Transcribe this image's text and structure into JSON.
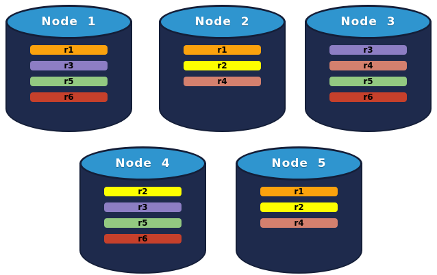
{
  "diagram": {
    "background": "#FFFFFF",
    "cylinder": {
      "body_color": "#1E2A4C",
      "outline_color": "#141E38",
      "top_color": "#2F95CF",
      "title_text_color": "#FFFFFF",
      "row_text_color": "#000000"
    },
    "row_colors": {
      "r1": "#FBA20D",
      "r2": "#FDFF00",
      "r3": "#8D7EC4",
      "r4": "#D4806E",
      "r5": "#93C981",
      "r6": "#C6402B"
    },
    "nodes": [
      {
        "label": "Node  1",
        "rows": [
          {
            "id": "r1",
            "color": "#FBA20D"
          },
          {
            "id": "r3",
            "color": "#8D7EC4"
          },
          {
            "id": "r5",
            "color": "#93C981"
          },
          {
            "id": "r6",
            "color": "#C6402B"
          }
        ]
      },
      {
        "label": "Node  2",
        "rows": [
          {
            "id": "r1",
            "color": "#FBA20D"
          },
          {
            "id": "r2",
            "color": "#FDFF00"
          },
          {
            "id": "r4",
            "color": "#D4806E"
          }
        ]
      },
      {
        "label": "Node  3",
        "rows": [
          {
            "id": "r3",
            "color": "#8D7EC4"
          },
          {
            "id": "r4",
            "color": "#D4806E"
          },
          {
            "id": "r5",
            "color": "#93C981"
          },
          {
            "id": "r6",
            "color": "#C6402B"
          }
        ]
      },
      {
        "label": "Node  4",
        "rows": [
          {
            "id": "r2",
            "color": "#FDFF00"
          },
          {
            "id": "r3",
            "color": "#8D7EC4"
          },
          {
            "id": "r5",
            "color": "#93C981"
          },
          {
            "id": "r6",
            "color": "#C6402B"
          }
        ]
      },
      {
        "label": "Node  5",
        "rows": [
          {
            "id": "r1",
            "color": "#FBA20D"
          },
          {
            "id": "r2",
            "color": "#FDFF00"
          },
          {
            "id": "r4",
            "color": "#D4806E"
          }
        ]
      }
    ]
  }
}
